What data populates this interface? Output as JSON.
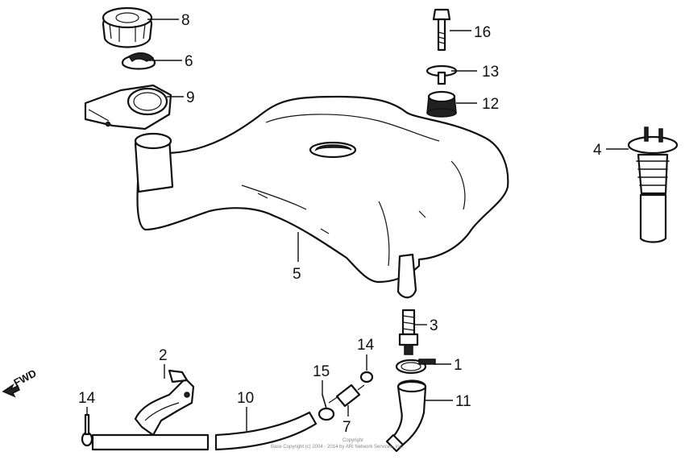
{
  "parts": [
    {
      "id": "p1",
      "label": "1"
    },
    {
      "id": "p2",
      "label": "2"
    },
    {
      "id": "p3",
      "label": "3"
    },
    {
      "id": "p4",
      "label": "4"
    },
    {
      "id": "p5",
      "label": "5"
    },
    {
      "id": "p6",
      "label": "6"
    },
    {
      "id": "p7",
      "label": "7"
    },
    {
      "id": "p8",
      "label": "8"
    },
    {
      "id": "p9",
      "label": "9"
    },
    {
      "id": "p10",
      "label": "10"
    },
    {
      "id": "p11",
      "label": "11"
    },
    {
      "id": "p12",
      "label": "12"
    },
    {
      "id": "p13",
      "label": "13"
    },
    {
      "id": "p14a",
      "label": "14"
    },
    {
      "id": "p14b",
      "label": "14"
    },
    {
      "id": "p15",
      "label": "15"
    },
    {
      "id": "p16",
      "label": "16"
    }
  ],
  "direction": {
    "label": "FWD"
  },
  "footer": {
    "line1": "Copyright",
    "line2": "Base Copyright (c) 2004 - 2014 by ARI Network Services, Inc."
  }
}
